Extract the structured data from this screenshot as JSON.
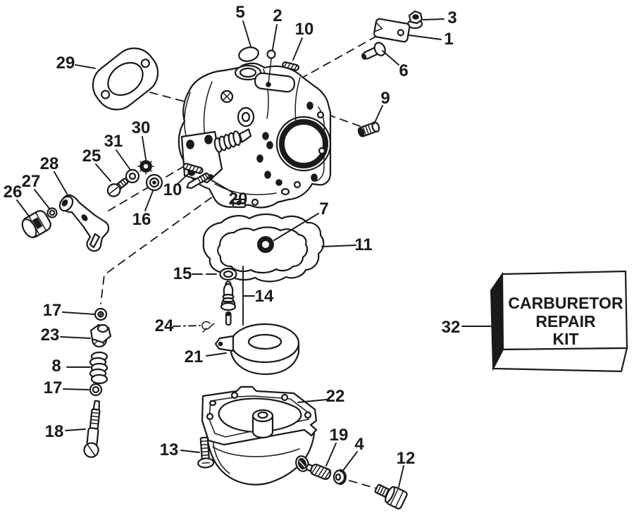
{
  "colors": {
    "ink": "#1a1a1a",
    "paper": "#ffffff"
  },
  "kit_box": {
    "line1": "CARBURETOR",
    "line2": "REPAIR",
    "line3": "KIT"
  },
  "callouts": [
    {
      "text": "5"
    },
    {
      "text": "2"
    },
    {
      "text": "10"
    },
    {
      "text": "3"
    },
    {
      "text": "1"
    },
    {
      "text": "6"
    },
    {
      "text": "9"
    },
    {
      "text": "29"
    },
    {
      "text": "30"
    },
    {
      "text": "31"
    },
    {
      "text": "25"
    },
    {
      "text": "28"
    },
    {
      "text": "27"
    },
    {
      "text": "26"
    },
    {
      "text": "10"
    },
    {
      "text": "20"
    },
    {
      "text": "16"
    },
    {
      "text": "7"
    },
    {
      "text": "11"
    },
    {
      "text": "15"
    },
    {
      "text": "14"
    },
    {
      "text": "17"
    },
    {
      "text": "24"
    },
    {
      "text": "23"
    },
    {
      "text": "21"
    },
    {
      "text": "8"
    },
    {
      "text": "17"
    },
    {
      "text": "22"
    },
    {
      "text": "18"
    },
    {
      "text": "13"
    },
    {
      "text": "19"
    },
    {
      "text": "4"
    },
    {
      "text": "12"
    },
    {
      "text": "32"
    }
  ]
}
